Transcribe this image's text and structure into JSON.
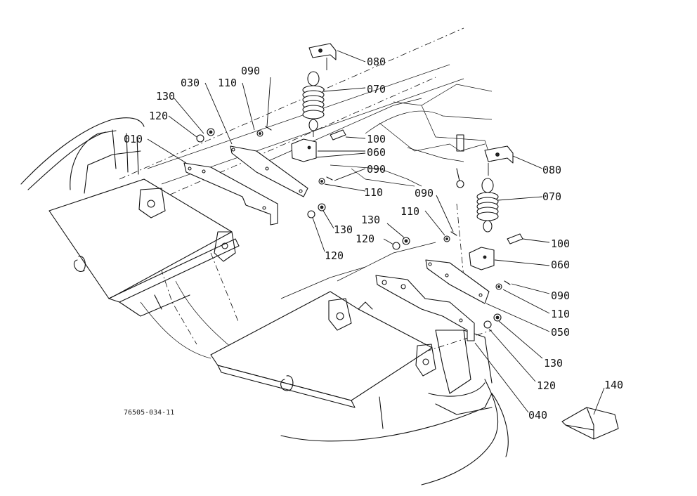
{
  "labels": {
    "l080a": "080",
    "l070a": "070",
    "l090a": "090",
    "l110a": "110",
    "l030": "030",
    "l130a": "130",
    "l120a": "120",
    "l010": "010",
    "l100a": "100",
    "l060a": "060",
    "l090b": "090",
    "l110b": "110",
    "l130b": "130",
    "l120b": "120",
    "l080b": "080",
    "l070b": "070",
    "l090c": "090",
    "l110c": "110",
    "l130c": "130",
    "l120c": "120",
    "l100b": "100",
    "l060b": "060",
    "l090d": "090",
    "l110d": "110",
    "l050": "050",
    "l130d": "130",
    "l120d": "120",
    "l040": "040",
    "l140": "140"
  },
  "drawing_code": "76505-034-11"
}
